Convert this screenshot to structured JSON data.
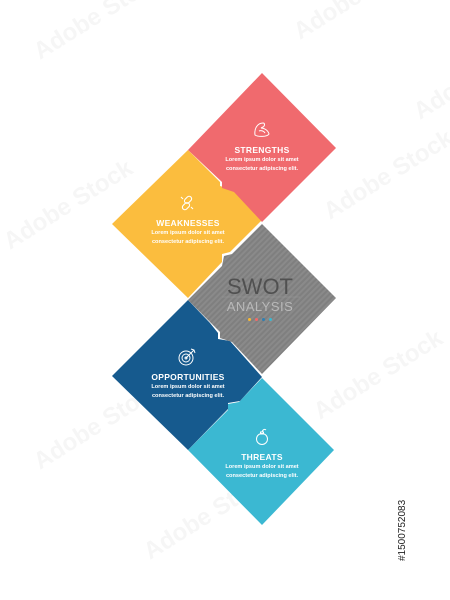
{
  "center": {
    "title": "SWOT",
    "subtitle": "ANALYSIS",
    "dot_colors": [
      "#fab932",
      "#f26a6a",
      "#2f7fb3",
      "#3ab8d2"
    ]
  },
  "tiles": [
    {
      "key": "strengths",
      "title": "STRENGTHS",
      "body_line1": "Lorem ipsum dolor sit amet",
      "body_line2": "consectetur adipiscing elit.",
      "color": "#f06a6e",
      "icon": "flexed-arm-icon"
    },
    {
      "key": "weaknesses",
      "title": "WEAKNESSES",
      "body_line1": "Lorem ipsum dolor sit amet",
      "body_line2": "consectetur adipiscing elit.",
      "color": "#fbbd3e",
      "icon": "broken-link-icon"
    },
    {
      "key": "opportunities",
      "title": "OPPORTUNITIES",
      "body_line1": "Lorem ipsum dolor sit amet",
      "body_line2": "consectetur adipiscing elit.",
      "color": "#165a8e",
      "icon": "target-arrow-icon"
    },
    {
      "key": "threats",
      "title": "THREATS",
      "body_line1": "Lorem ipsum dolor sit amet",
      "body_line2": "consectetur adipiscing elit.",
      "color": "#3bb8d2",
      "icon": "bomb-icon"
    }
  ],
  "center_tile_color": "#8a8a8a",
  "watermark_text": "Adobe Stock",
  "stock_id": "#1500752083"
}
